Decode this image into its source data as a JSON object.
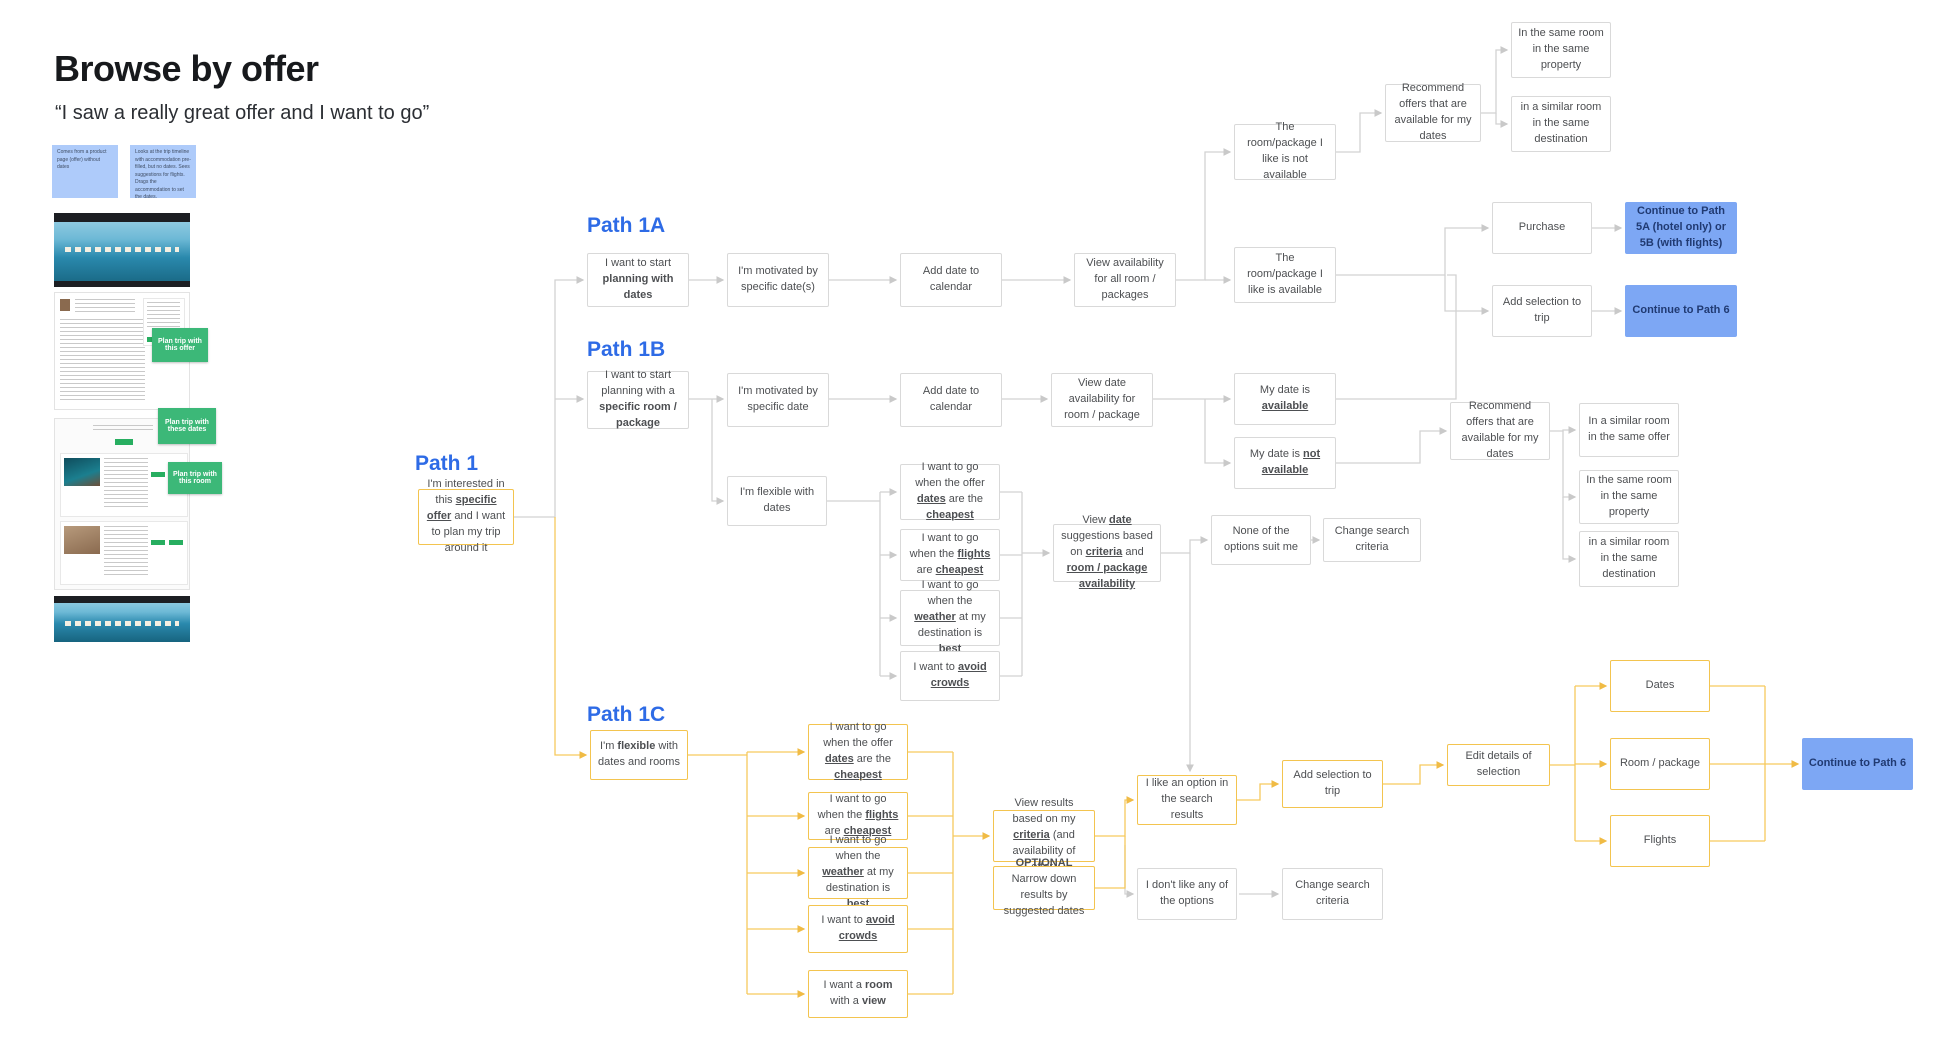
{
  "header": {
    "title": "Browse by offer",
    "subtitle": "“I saw a really great offer and I want to go”"
  },
  "colors": {
    "accent_blue": "#2e6be6",
    "node_border_gray": "#d9d9d9",
    "node_border_yellow": "#f3c44f",
    "connector_gray": "#d2d2d2",
    "connector_yellow": "#f6c95e",
    "blue_box_bg": "#7da7f4",
    "blue_box_text": "#203a72",
    "sticky_blue_bg": "#aecbfa",
    "sticky_green_bg": "#3cb878"
  },
  "path_labels": {
    "p1": "Path 1",
    "p1a": "Path 1A",
    "p1b": "Path 1B",
    "p1c": "Path 1C"
  },
  "stickies": {
    "blue1": "Comes from a product page (offer) without dates",
    "blue2": "Looks at the trip timeline with accommodation pre-filled, but no dates. Sees suggestions for flights. Drags the accommodation to set the dates.",
    "green1": "Plan trip with this offer",
    "green2": "Plan trip with these dates",
    "green3": "Plan trip with this room"
  },
  "flow": {
    "nodes": {
      "p1node": {
        "segments": [
          {
            "t": "I'm interested in this "
          },
          {
            "t": "specific offer",
            "b": 1,
            "u": 1
          },
          {
            "t": " and I want to plan my trip around it"
          }
        ]
      },
      "a1": {
        "segments": [
          {
            "t": "I want to start "
          },
          {
            "t": "planning with dates",
            "b": 1
          }
        ]
      },
      "a2": {
        "segments": [
          {
            "t": "I'm motivated by specific date(s)"
          }
        ]
      },
      "a3": {
        "segments": [
          {
            "t": "Add date to calendar"
          }
        ]
      },
      "a4": {
        "segments": [
          {
            "t": "View availability for all room / packages"
          }
        ]
      },
      "a5": {
        "segments": [
          {
            "t": "The room/package I like is not available"
          }
        ]
      },
      "a6": {
        "segments": [
          {
            "t": "The room/package I like is available"
          }
        ]
      },
      "rec1": {
        "segments": [
          {
            "t": "Recommend offers that are available for my dates"
          }
        ]
      },
      "rec1a": {
        "segments": [
          {
            "t": "In the same room in the same property"
          }
        ]
      },
      "rec1b": {
        "segments": [
          {
            "t": "in a similar room in the same destination"
          }
        ]
      },
      "purchase": {
        "segments": [
          {
            "t": "Purchase"
          }
        ]
      },
      "cont5": {
        "segments": [
          {
            "t": "Continue to Path 5A (hotel only) or 5B (with flights)"
          }
        ]
      },
      "addsel1": {
        "segments": [
          {
            "t": "Add selection to trip"
          }
        ]
      },
      "cont6a": {
        "segments": [
          {
            "t": "Continue to Path 6"
          }
        ]
      },
      "b1": {
        "segments": [
          {
            "t": "I want to start planning with a "
          },
          {
            "t": "specific room / package",
            "b": 1
          }
        ]
      },
      "b2": {
        "segments": [
          {
            "t": "I'm motivated by specific date"
          }
        ]
      },
      "b3": {
        "segments": [
          {
            "t": "Add date to calendar"
          }
        ]
      },
      "b4": {
        "segments": [
          {
            "t": "View date availability for room / package"
          }
        ]
      },
      "b5": {
        "segments": [
          {
            "t": "My date is "
          },
          {
            "t": "available",
            "b": 1,
            "u": 1
          }
        ]
      },
      "b6": {
        "segments": [
          {
            "t": "My date is "
          },
          {
            "t": "not available",
            "b": 1,
            "u": 1
          }
        ]
      },
      "rec2": {
        "segments": [
          {
            "t": "Recommend offers that are available for my dates"
          }
        ]
      },
      "rec2a": {
        "segments": [
          {
            "t": "In a similar room in the same offer"
          }
        ]
      },
      "rec2b": {
        "segments": [
          {
            "t": "In the same room in the same property"
          }
        ]
      },
      "rec2c": {
        "segments": [
          {
            "t": "in a similar room in the same destination"
          }
        ]
      },
      "flex": {
        "segments": [
          {
            "t": "I'm flexible with dates"
          }
        ]
      },
      "f1": {
        "segments": [
          {
            "t": "I want to go when the offer "
          },
          {
            "t": "dates",
            "b": 1,
            "u": 1
          },
          {
            "t": " are the "
          },
          {
            "t": "cheapest",
            "b": 1,
            "u": 1
          }
        ]
      },
      "f2": {
        "segments": [
          {
            "t": "I want to go when the "
          },
          {
            "t": "flights",
            "b": 1,
            "u": 1
          },
          {
            "t": " are "
          },
          {
            "t": "cheapest",
            "b": 1,
            "u": 1
          }
        ]
      },
      "f3": {
        "segments": [
          {
            "t": "I want to go when the "
          },
          {
            "t": "weather",
            "b": 1,
            "u": 1
          },
          {
            "t": " at my destination is "
          },
          {
            "t": "best",
            "b": 1,
            "u": 1
          }
        ]
      },
      "f4": {
        "segments": [
          {
            "t": "I want to "
          },
          {
            "t": "avoid crowds",
            "b": 1,
            "u": 1
          }
        ]
      },
      "viewdate": {
        "segments": [
          {
            "t": "View "
          },
          {
            "t": "date",
            "b": 1,
            "u": 1
          },
          {
            "t": " suggestions based on "
          },
          {
            "t": "criteria",
            "b": 1,
            "u": 1
          },
          {
            "t": " and "
          },
          {
            "t": "room / package availability",
            "b": 1,
            "u": 1
          }
        ]
      },
      "none1": {
        "segments": [
          {
            "t": "None of the options suit me"
          }
        ]
      },
      "change1": {
        "segments": [
          {
            "t": "Change search criteria"
          }
        ]
      },
      "c1": {
        "segments": [
          {
            "t": "I'm "
          },
          {
            "t": "flexible",
            "b": 1
          },
          {
            "t": " with dates and rooms"
          }
        ]
      },
      "c2": {
        "segments": [
          {
            "t": "I want to go when the offer "
          },
          {
            "t": "dates",
            "b": 1,
            "u": 1
          },
          {
            "t": " are the "
          },
          {
            "t": "cheapest",
            "b": 1,
            "u": 1
          }
        ]
      },
      "c3": {
        "segments": [
          {
            "t": "I want to go when the "
          },
          {
            "t": "flights",
            "b": 1,
            "u": 1
          },
          {
            "t": " are "
          },
          {
            "t": "cheapest",
            "b": 1,
            "u": 1
          }
        ]
      },
      "c4": {
        "segments": [
          {
            "t": "I want to go when the "
          },
          {
            "t": "weather",
            "b": 1,
            "u": 1
          },
          {
            "t": " at my destination is "
          },
          {
            "t": "best",
            "b": 1,
            "u": 1
          }
        ]
      },
      "c5": {
        "segments": [
          {
            "t": "I want to "
          },
          {
            "t": "avoid crowds",
            "b": 1,
            "u": 1
          }
        ]
      },
      "c6": {
        "segments": [
          {
            "t": "I want a "
          },
          {
            "t": "room",
            "b": 1
          },
          {
            "t": " with a "
          },
          {
            "t": "view",
            "b": 1
          }
        ]
      },
      "viewres": {
        "segments": [
          {
            "t": "View results based on my "
          },
          {
            "t": "criteria",
            "b": 1,
            "u": 1
          },
          {
            "t": " (and availability of offer)"
          }
        ]
      },
      "optional": {
        "segments": [
          {
            "t": "OPTIONAL",
            "b": 1
          },
          {
            "t": " Narrow down results by suggested dates"
          }
        ]
      },
      "ilike": {
        "segments": [
          {
            "t": "I like an option in the search results"
          }
        ]
      },
      "addsel2": {
        "segments": [
          {
            "t": "Add selection to trip"
          }
        ]
      },
      "editdet": {
        "segments": [
          {
            "t": "Edit details of selection"
          }
        ]
      },
      "idont": {
        "segments": [
          {
            "t": "I don't like any of the options"
          }
        ]
      },
      "change2": {
        "segments": [
          {
            "t": "Change search criteria"
          }
        ]
      },
      "dates": {
        "segments": [
          {
            "t": "Dates"
          }
        ]
      },
      "roompkg": {
        "segments": [
          {
            "t": "Room / package"
          }
        ]
      },
      "flights": {
        "segments": [
          {
            "t": "Flights"
          }
        ]
      },
      "cont6b": {
        "segments": [
          {
            "t": "Continue to Path 6"
          }
        ]
      }
    }
  }
}
